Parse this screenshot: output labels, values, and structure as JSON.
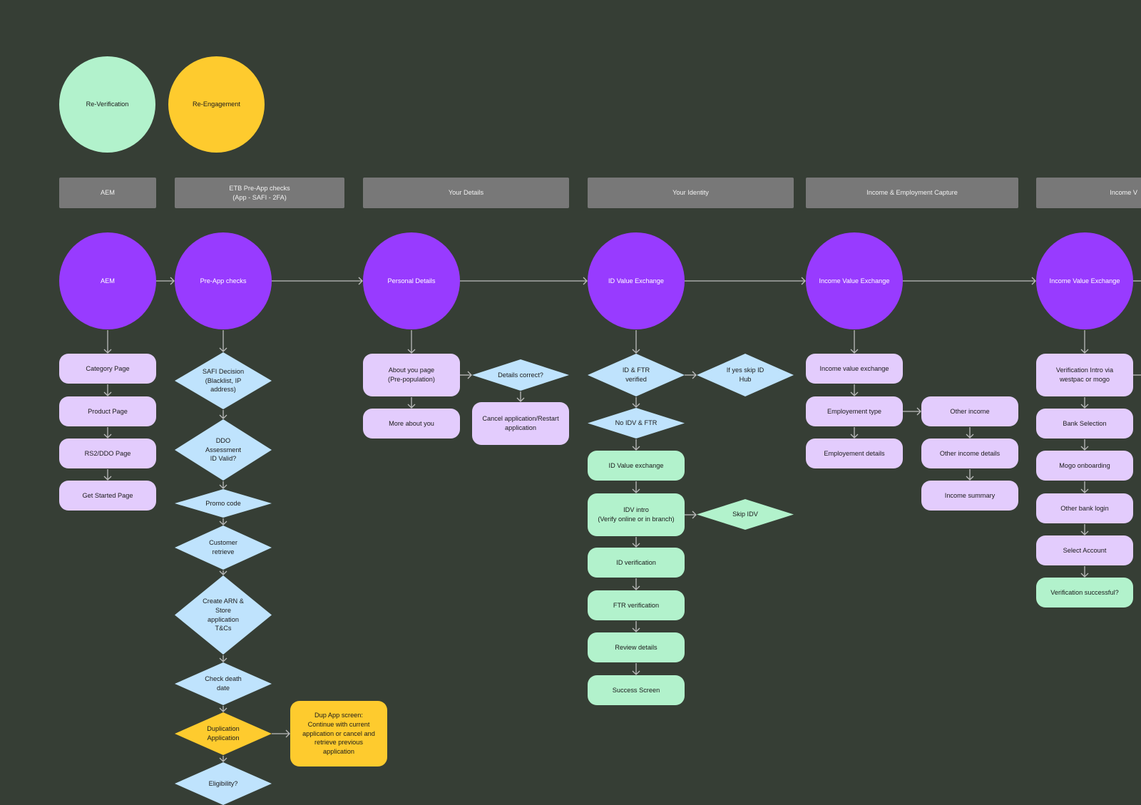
{
  "colors": {
    "background": "#363e35",
    "purple": "#983bff",
    "lavender": "#e3ccfd",
    "mint": "#b2f2cc",
    "yellow": "#fecb2e",
    "blue": "#bfe3fd",
    "header": "#787878",
    "connector": "#bdbdbd"
  },
  "legend": {
    "reverification": "Re-Verification",
    "reengagement": "Re-Engagement"
  },
  "headers": {
    "aem": "AEM",
    "etb": "ETB Pre-App checks\n(App - SAFI - 2FA)",
    "your_details": "Your Details",
    "your_identity": "Your Identity",
    "income_employment": "Income & Employment Capture",
    "income_v": "Income V"
  },
  "stages": {
    "aem": "AEM",
    "preapp": "Pre-App checks",
    "personal": "Personal Details",
    "id_value": "ID Value Exchange",
    "income_value_1": "Income Value Exchange",
    "income_value_2": "Income Value Exchange"
  },
  "aem": {
    "category": "Category Page",
    "product": "Product Page",
    "rs2": "RS2/DDO Page",
    "get_started": "Get Started Page"
  },
  "preapp": {
    "safi": "SAFI Decision\n(Blacklist, IP\naddress)",
    "ddo": "DDO\nAssessment\nID Valid?",
    "promo": "Promo code",
    "customer": "Customer\nretrieve",
    "arn": "Create ARN &\nStore\napplication\nT&Cs",
    "death": "Check death\ndate",
    "duplication": "Duplication\nApplication",
    "dup_screen": "Dup App screen:\nContinue with current\napplication or cancel and\nretrieve previous\napplication",
    "eligibility": "Eligibility?"
  },
  "details": {
    "about": "About you page\n(Pre-population)",
    "correct": "Details correct?",
    "more": "More about you",
    "cancel": "Cancel application/Restart\napplication"
  },
  "identity": {
    "id_ftr": "ID & FTR\nverified",
    "skip_hub": "If yes skip ID\nHub",
    "no_idv": "No IDV & FTR",
    "id_value_exchange": "ID Value exchange",
    "idv_intro": "IDV intro\n(Verify online or in branch)",
    "skip_idv": "Skip IDV",
    "id_verification": "ID verification",
    "ftr_verification": "FTR verification",
    "review": "Review details",
    "success": "Success Screen"
  },
  "income": {
    "exchange": "Income value exchange",
    "employment_type": "Employement type",
    "employment_details": "Employement details",
    "other_income": "Other income",
    "other_details": "Other income details",
    "summary": "Income summary"
  },
  "verification": {
    "intro": "Verification Intro via\nwestpac or mogo",
    "bank_selection": "Bank Selection",
    "mogo": "Mogo onboarding",
    "other_bank": "Other bank login",
    "select_account": "Select Account",
    "successful": "Verification successful?"
  }
}
